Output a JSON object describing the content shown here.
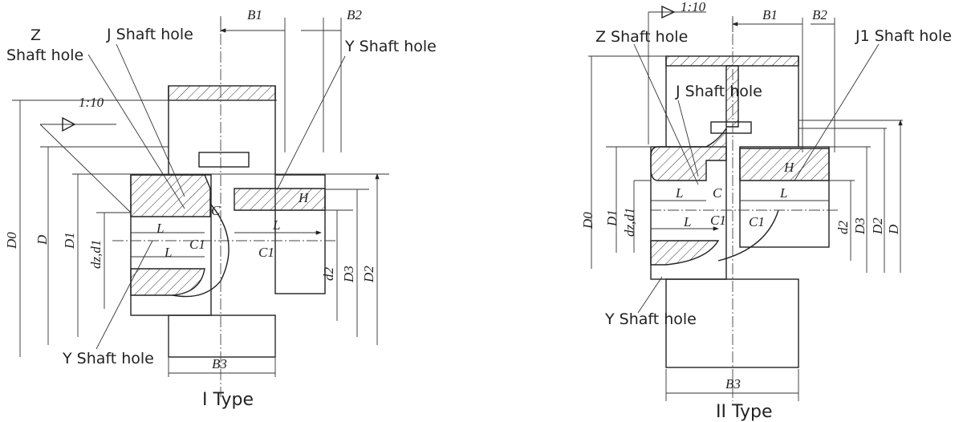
{
  "type_i": {
    "title": "I Type",
    "labels": {
      "z": "Z",
      "z_shaft_hole": "Shaft hole",
      "j_shaft_hole": "J Shaft hole",
      "y_shaft_hole_top": "Y Shaft hole",
      "y_shaft_hole_bottom": "Y Shaft hole"
    },
    "taper": "1:10",
    "dims": {
      "b1": "B1",
      "b2": "B2",
      "b3": "B3",
      "d0": "D0",
      "d": "D",
      "d1": "D1",
      "dz_d1": "dz,d1",
      "d2": "d2",
      "d3": "D3",
      "d2_cap": "D2",
      "l_top": "L",
      "l_right": "L",
      "l_bottom": "L",
      "c": "C",
      "c1_left": "C1",
      "c1_right": "C1",
      "h": "H"
    }
  },
  "type_ii": {
    "title": "II Type",
    "labels": {
      "z_shaft_hole": "Z Shaft hole",
      "j_shaft_hole": "J Shaft hole",
      "j1_shaft_hole": "J1 Shaft hole",
      "y_shaft_hole": "Y Shaft hole"
    },
    "taper": "1:10",
    "dims": {
      "b1": "B1",
      "b2": "B2",
      "b3": "B3",
      "d0": "D0",
      "d1": "D1",
      "dz_d1": "dz,d1",
      "d2": "d2",
      "d3": "D3",
      "d2_cap": "D2",
      "d": "D",
      "l_top": "L",
      "l_right": "L",
      "l_bottom": "L",
      "c": "C",
      "c1_left": "C1",
      "c1_right": "C1",
      "h": "H"
    }
  }
}
